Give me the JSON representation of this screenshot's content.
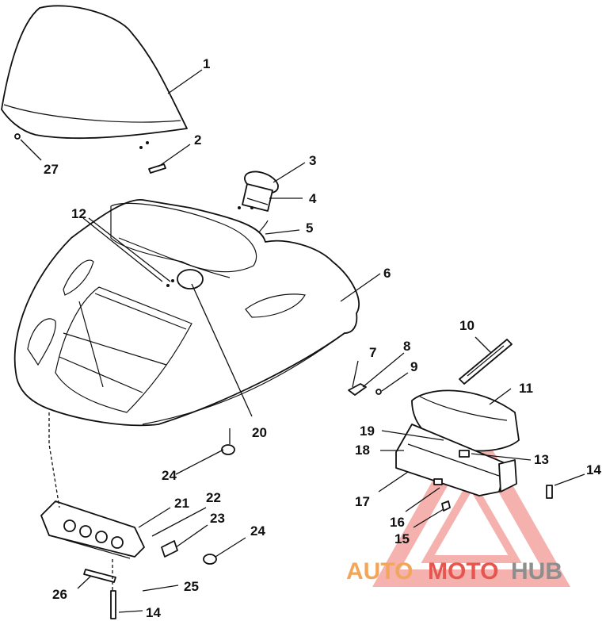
{
  "labels": {
    "l1": "1",
    "l2": "2",
    "l3": "3",
    "l4": "4",
    "l5": "5",
    "l6": "6",
    "l7": "7",
    "l8": "8",
    "l9": "9",
    "l10": "10",
    "l11": "11",
    "l12": "12",
    "l13": "13",
    "l14a": "14",
    "l14b": "14",
    "l15": "15",
    "l16": "16",
    "l17": "17",
    "l18": "18",
    "l19": "19",
    "l20": "20",
    "l21": "21",
    "l22": "22",
    "l23": "23",
    "l24a": "24",
    "l24b": "24",
    "l25": "25",
    "l26": "26",
    "l27": "27"
  },
  "watermark": {
    "part1": "AUTO",
    "part2": "MOTO",
    "part3": "HUB",
    "color_orange": "#f2a65a",
    "color_red": "#e8554e",
    "color_gray": "#8e8e8e"
  }
}
